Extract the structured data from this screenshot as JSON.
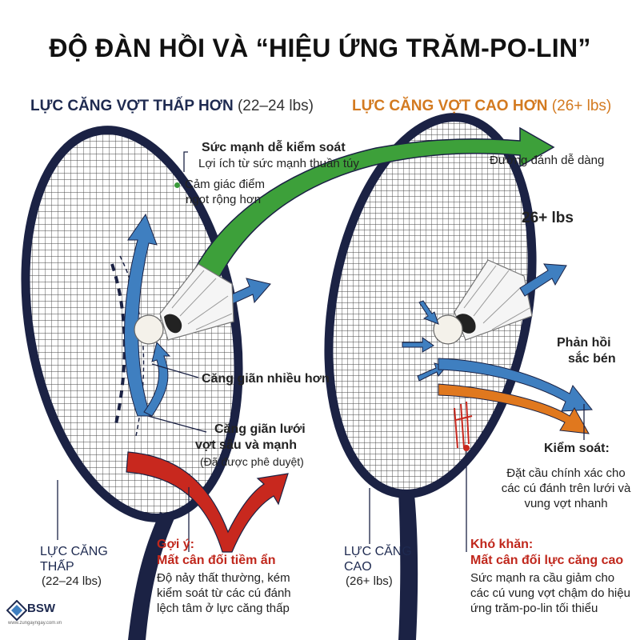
{
  "title": "ĐỘ ĐÀN HỒI VÀ “HIỆU ỨNG TRĂM-PO-LIN”",
  "left_panel": {
    "heading_bold": "LỰC CĂNG VỢT THẤP HƠN",
    "heading_light": "(22–24 lbs)",
    "bullet1_title": "Sức mạnh dễ kiểm soát",
    "bullet1_desc": "Lợi ích từ sức mạnh thuần túy",
    "bullet2_line1": "Cảm giác điểm",
    "bullet2_line2": "ngọt rộng hơn",
    "stretch_more": "Căng giãn nhiều hơn",
    "deep_line1": "Căng giãn lưới",
    "deep_line2": "vợt sâu và mạnh",
    "deep_note": "(Đã được phê duyệt)",
    "hint_label": "Gợi ý:",
    "hint_title": "Mất cân đối tiềm ẩn",
    "hint_body": "Độ nảy thất thường, kém kiểm soát từ các cú đánh lệch tâm ở lực căng thấp",
    "corner_line1": "LỰC CĂNG",
    "corner_line2": "THẤP",
    "corner_line3": "(22–24 lbs)"
  },
  "right_panel": {
    "heading_bold": "LỰC CĂNG VỢT CAO HƠN",
    "heading_light": "(26+ lbs)",
    "easy_path": "Đường đánh dễ dàng",
    "tension": "26+ lbs",
    "feedback_line1": "Phản hồi",
    "feedback_line2": "sắc bén",
    "control_title": "Kiểm soát:",
    "control_body": "Đặt cầu chính xác cho các cú đánh trên lưới và vung vợt nhanh",
    "difficulty_label": "Khó khăn:",
    "difficulty_title": "Mất cân đối lực căng cao",
    "difficulty_body": "Sức mạnh ra cầu giảm cho các cú vung vợt chậm do hiệu ứng trăm-po-lin tối thiểu",
    "corner_line1": "LỰC CĂNG",
    "corner_line2": "CAO",
    "corner_line3": "(26+ lbs)"
  },
  "logo": {
    "name": "BSW",
    "url": "www.zungayngay.com.vn"
  },
  "colors": {
    "frame": "#1b2244",
    "green": "#3da03a",
    "blue": "#3f7fc0",
    "red": "#c8281e",
    "orange": "#e0781e",
    "heading_right": "#d37a20",
    "heading_left": "#1e2a50"
  }
}
